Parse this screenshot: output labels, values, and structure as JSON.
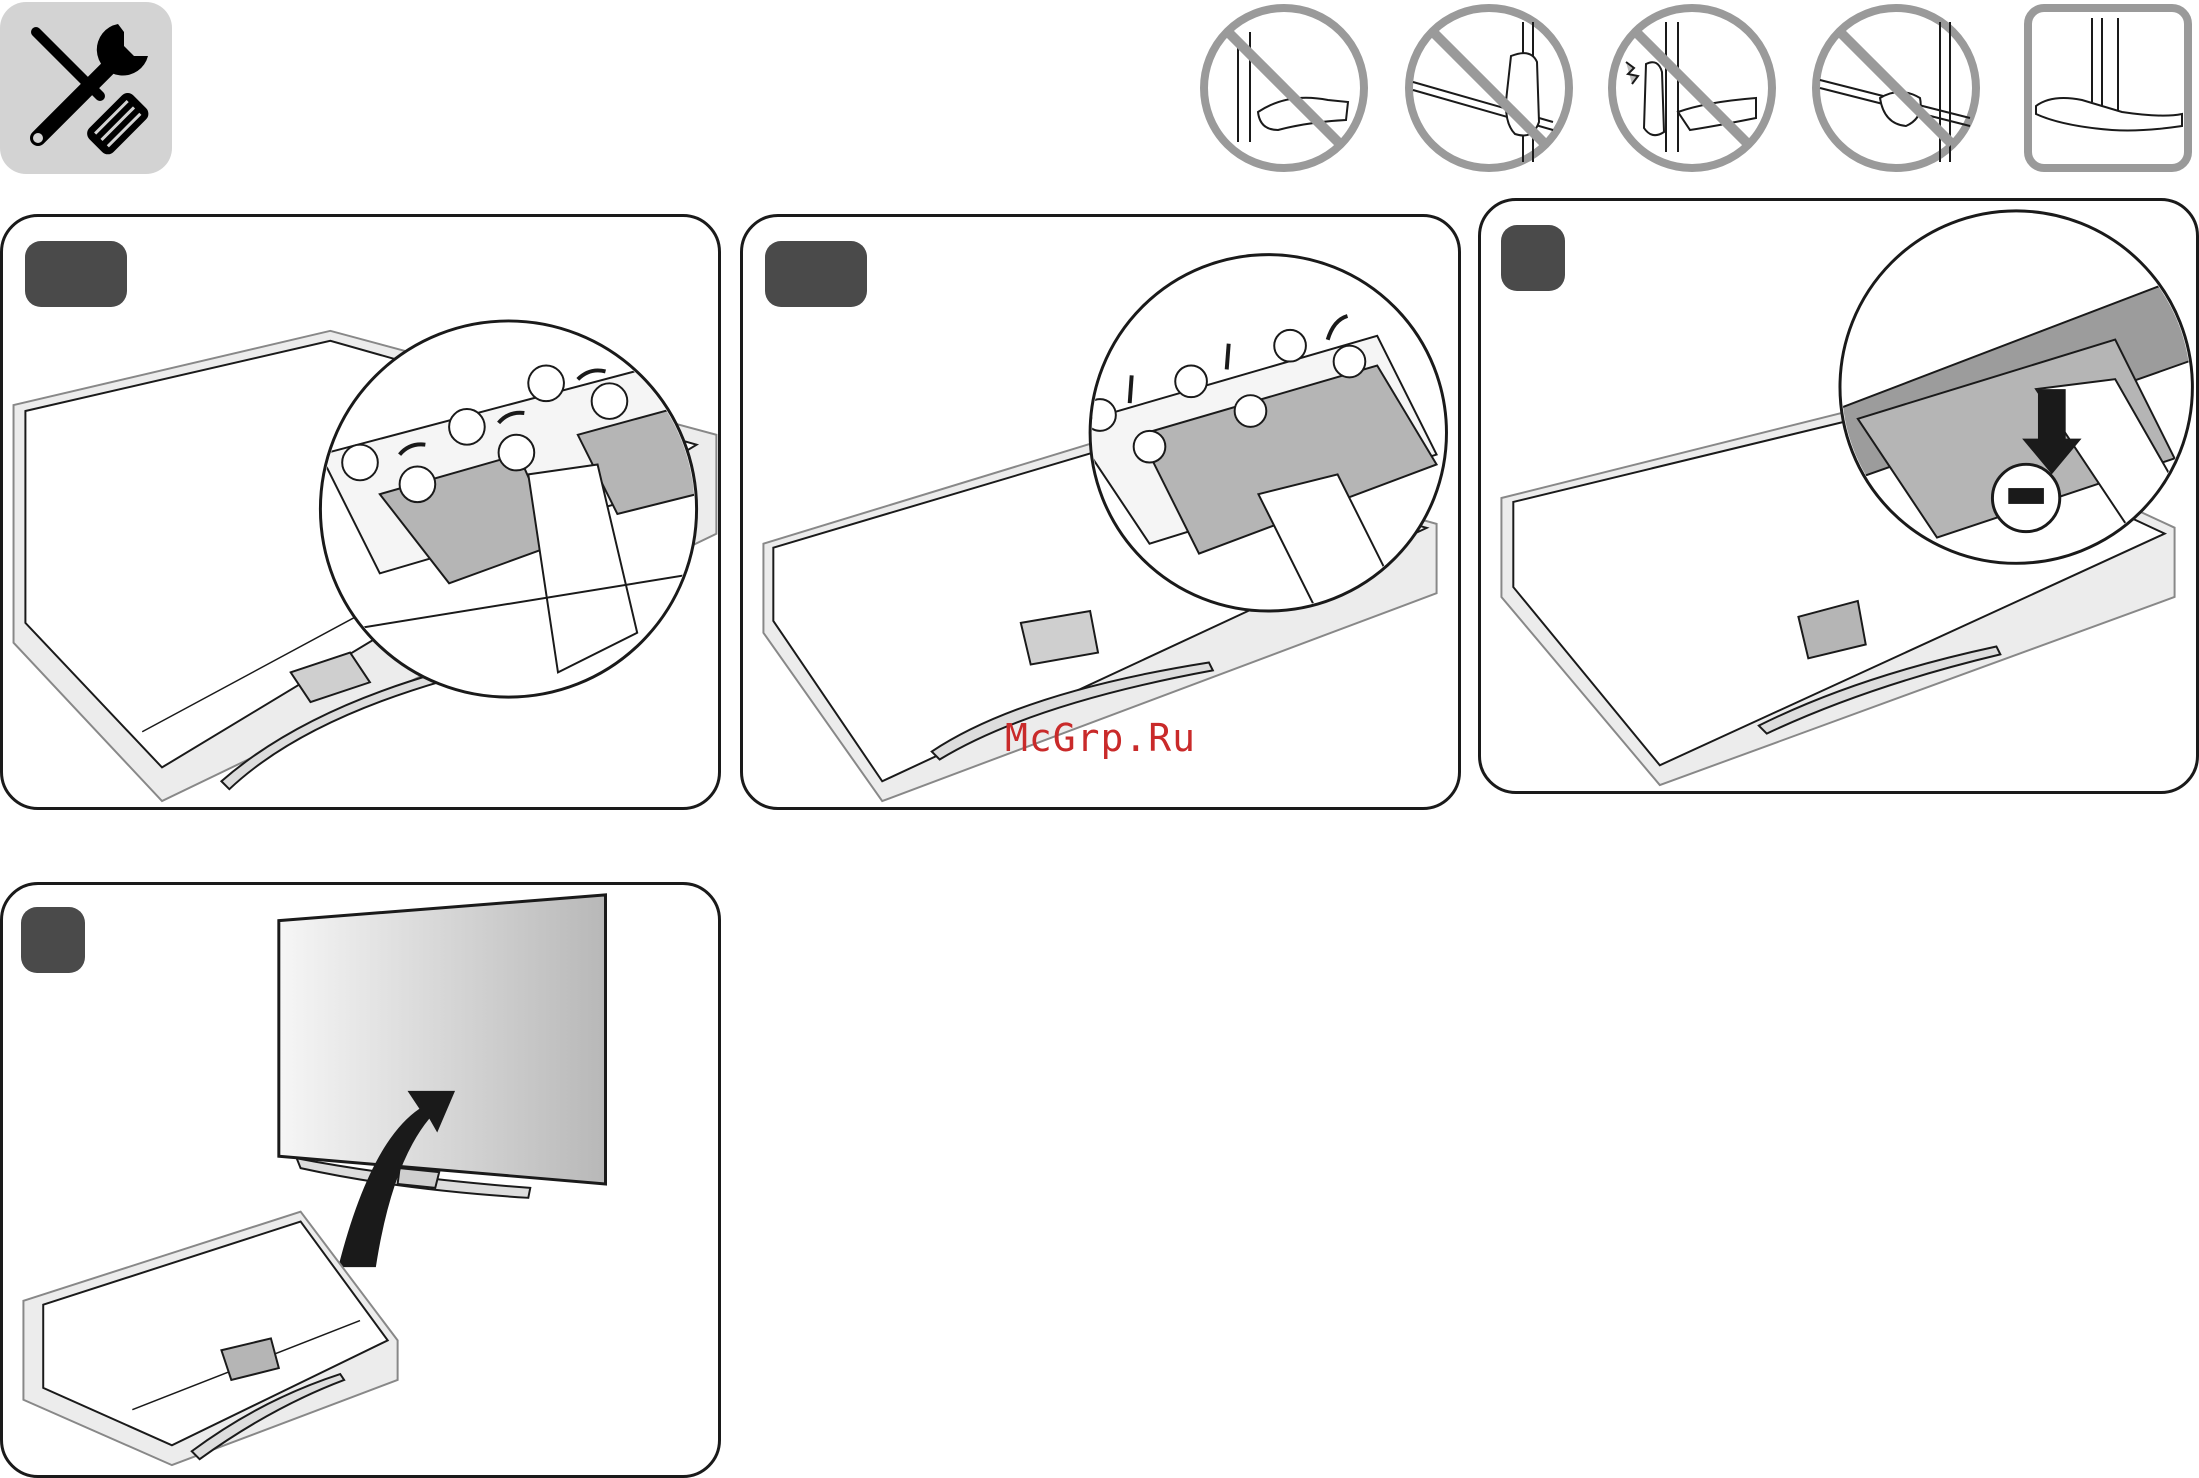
{
  "watermark": "McGrp.Ru",
  "colors": {
    "badge": "#4a4a4a",
    "warning_grey": "#9a9a9a",
    "line": "#1a1a1a",
    "part_fill": "#b5b5b5",
    "tools_bg": "#d3d3d3"
  },
  "icons": {
    "tools": "tools-icon",
    "warnings": [
      "no-touch-edge-icon",
      "no-grab-frame-icon",
      "no-press-screen-icon",
      "no-hold-bezel-icon",
      "correct-support-icon"
    ]
  },
  "steps": [
    {
      "icon": "step-badge-1"
    },
    {
      "icon": "step-badge-2"
    },
    {
      "icon": "step-badge-3"
    },
    {
      "icon": "step-badge-4"
    }
  ]
}
